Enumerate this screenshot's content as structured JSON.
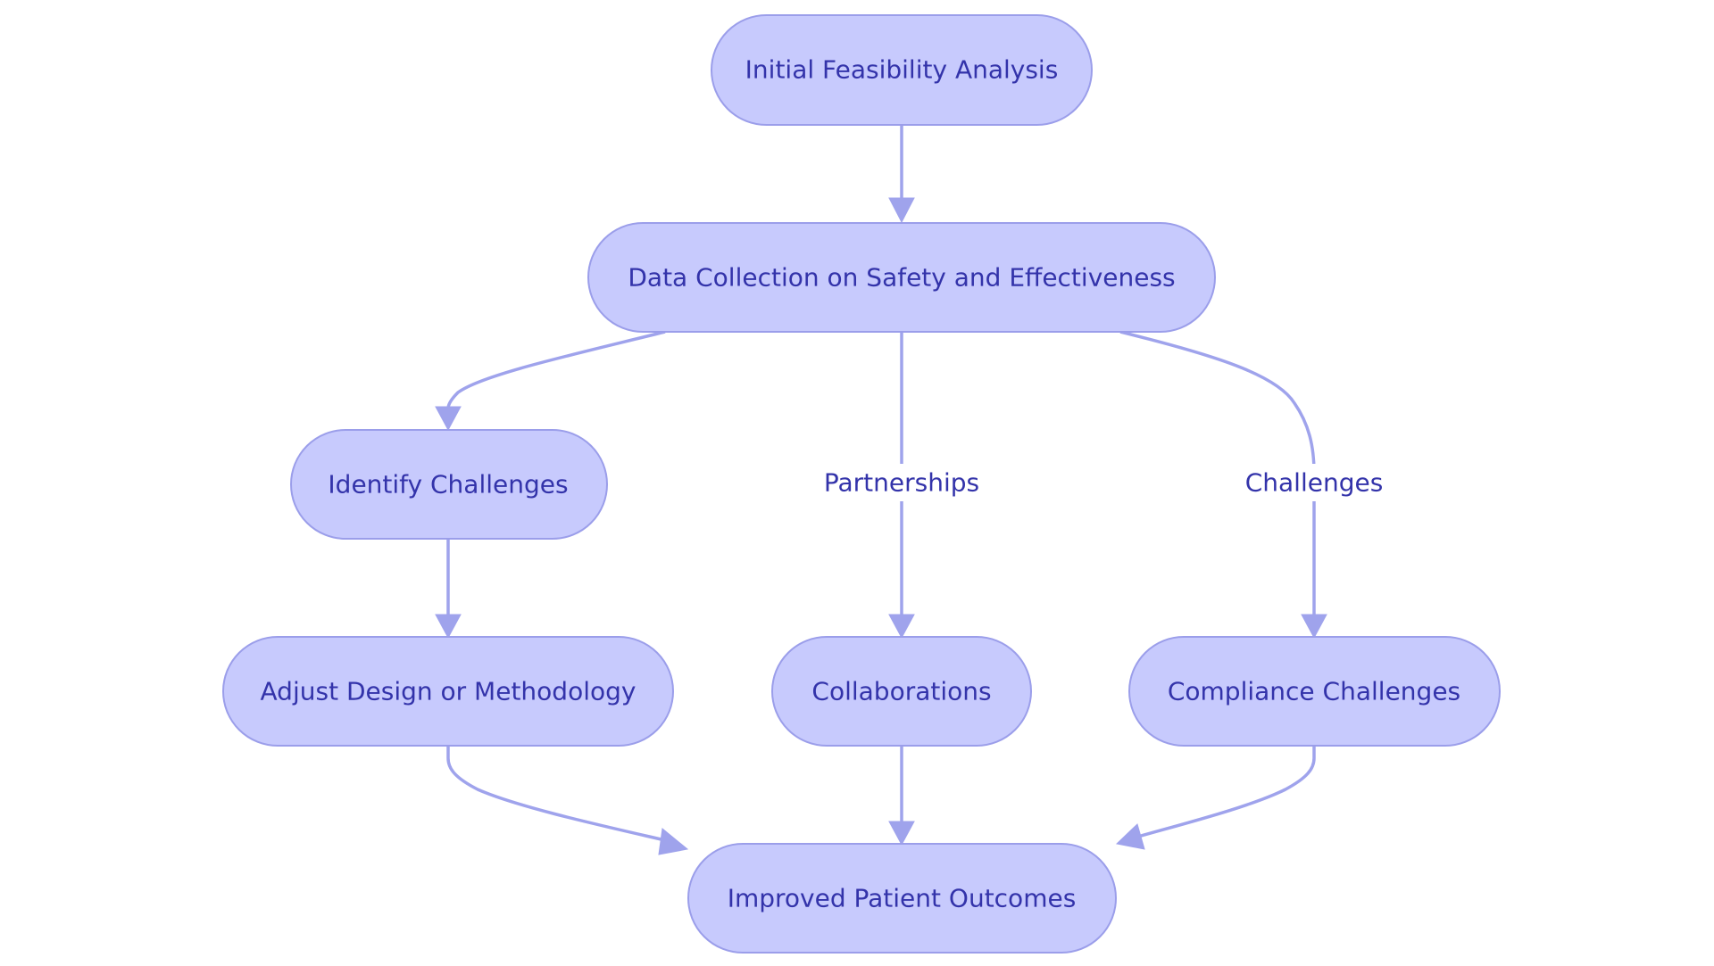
{
  "diagram": {
    "colors": {
      "node_fill": "#c7cafd",
      "node_stroke": "#9b9eea",
      "edge": "#9fa3ec",
      "text": "#3333aa",
      "label_bg": "#ffffff"
    },
    "nodes": {
      "initial": "Initial Feasibility Analysis",
      "data": "Data Collection on Safety and Effectiveness",
      "identify": "Identify Challenges",
      "adjust": "Adjust Design or Methodology",
      "collab": "Collaborations",
      "compliance": "Compliance Challenges",
      "improved": "Improved Patient Outcomes"
    },
    "edges": [
      {
        "from": "initial",
        "to": "data",
        "label": ""
      },
      {
        "from": "data",
        "to": "identify",
        "label": ""
      },
      {
        "from": "data",
        "to": "collab",
        "label": "Partnerships"
      },
      {
        "from": "data",
        "to": "compliance",
        "label": "Challenges"
      },
      {
        "from": "identify",
        "to": "adjust",
        "label": ""
      },
      {
        "from": "adjust",
        "to": "improved",
        "label": ""
      },
      {
        "from": "collab",
        "to": "improved",
        "label": ""
      },
      {
        "from": "compliance",
        "to": "improved",
        "label": ""
      }
    ]
  }
}
